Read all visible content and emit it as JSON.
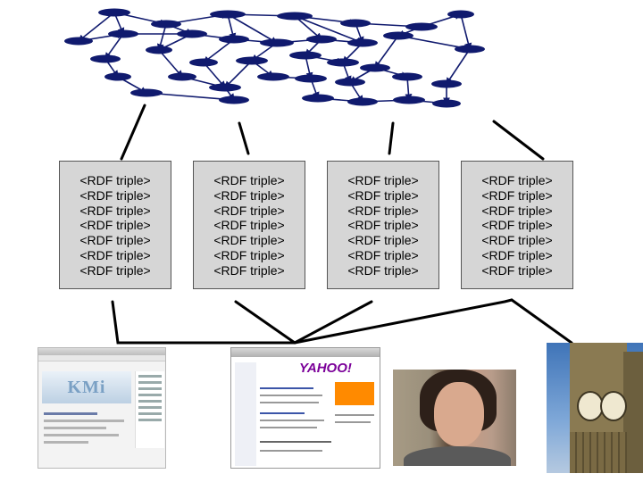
{
  "triple_label": "<RDF triple>",
  "boxes": [
    {
      "lines": [
        "<RDF triple>",
        "<RDF triple>",
        "<RDF triple>",
        "<RDF triple>",
        "<RDF triple>",
        "<RDF triple>",
        "<RDF triple>"
      ]
    },
    {
      "lines": [
        "<RDF triple>",
        "<RDF triple>",
        "<RDF triple>",
        "<RDF triple>",
        "<RDF triple>",
        "<RDF triple>",
        "<RDF triple>"
      ]
    },
    {
      "lines": [
        "<RDF triple>",
        "<RDF triple>",
        "<RDF triple>",
        "<RDF triple>",
        "<RDF triple>",
        "<RDF triple>",
        "<RDF triple>"
      ]
    },
    {
      "lines": [
        "<RDF triple>",
        "<RDF triple>",
        "<RDF triple>",
        "<RDF triple>",
        "<RDF triple>",
        "<RDF triple>",
        "<RDF triple>"
      ]
    }
  ],
  "resources": [
    {
      "kind": "website-screenshot",
      "name": "kmi"
    },
    {
      "kind": "website-screenshot",
      "name": "yahoo"
    },
    {
      "kind": "photo",
      "name": "person"
    },
    {
      "kind": "photo",
      "name": "big-ben"
    }
  ],
  "colors": {
    "graph_node": "#101a6e",
    "graph_edge": "#101a6e",
    "box_fill": "#d6d6d6",
    "connector": "#000000"
  }
}
